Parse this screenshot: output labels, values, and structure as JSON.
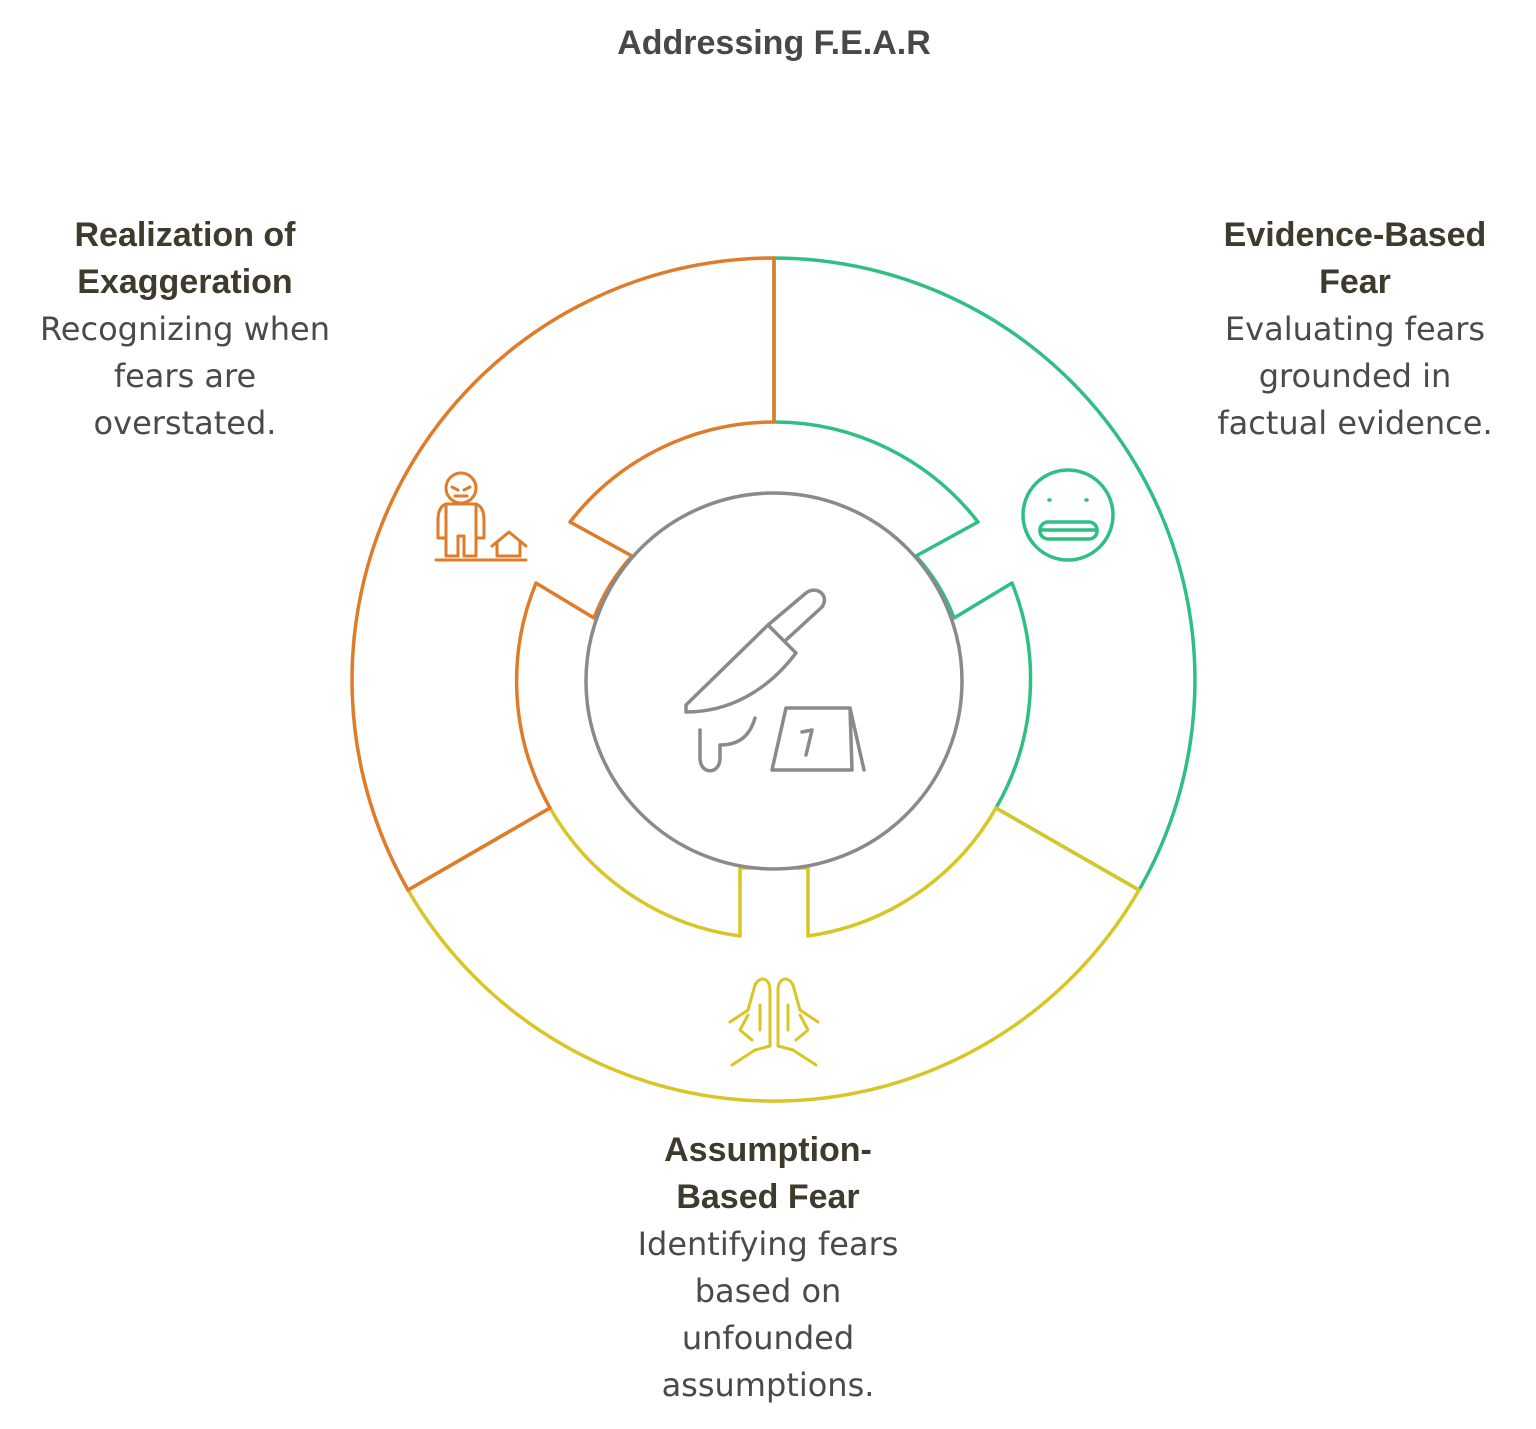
{
  "title": "Addressing F.E.A.R",
  "colors": {
    "orange": "#e07b29",
    "green": "#2fbf82",
    "yellow": "#d9c525",
    "gray": "#8a8a8a",
    "heading": "#3e3a2c",
    "text": "#4a4a4a"
  },
  "segments": [
    {
      "id": "realization",
      "heading_line1": "Realization of",
      "heading_line2": "Exaggeration",
      "desc_line1": "Recognizing when",
      "desc_line2": "fears are",
      "desc_line3": "overstated.",
      "icon": "yeti-and-house-icon",
      "color": "orange"
    },
    {
      "id": "evidence",
      "heading_line1": "Evidence-Based",
      "heading_line2": "Fear",
      "desc_line1": "Evaluating fears",
      "desc_line2": "grounded in",
      "desc_line3": "factual evidence.",
      "icon": "grimacing-face-icon",
      "color": "green"
    },
    {
      "id": "assumption",
      "heading_line1": "Assumption-",
      "heading_line2": "Based Fear",
      "desc_line1": "Identifying fears",
      "desc_line2": "based on",
      "desc_line3": "unfounded",
      "desc_line4": "assumptions.",
      "icon": "praying-hands-icon",
      "color": "yellow"
    }
  ],
  "center_icon": "knife-and-evidence-marker-icon",
  "center_marker_label": "7"
}
